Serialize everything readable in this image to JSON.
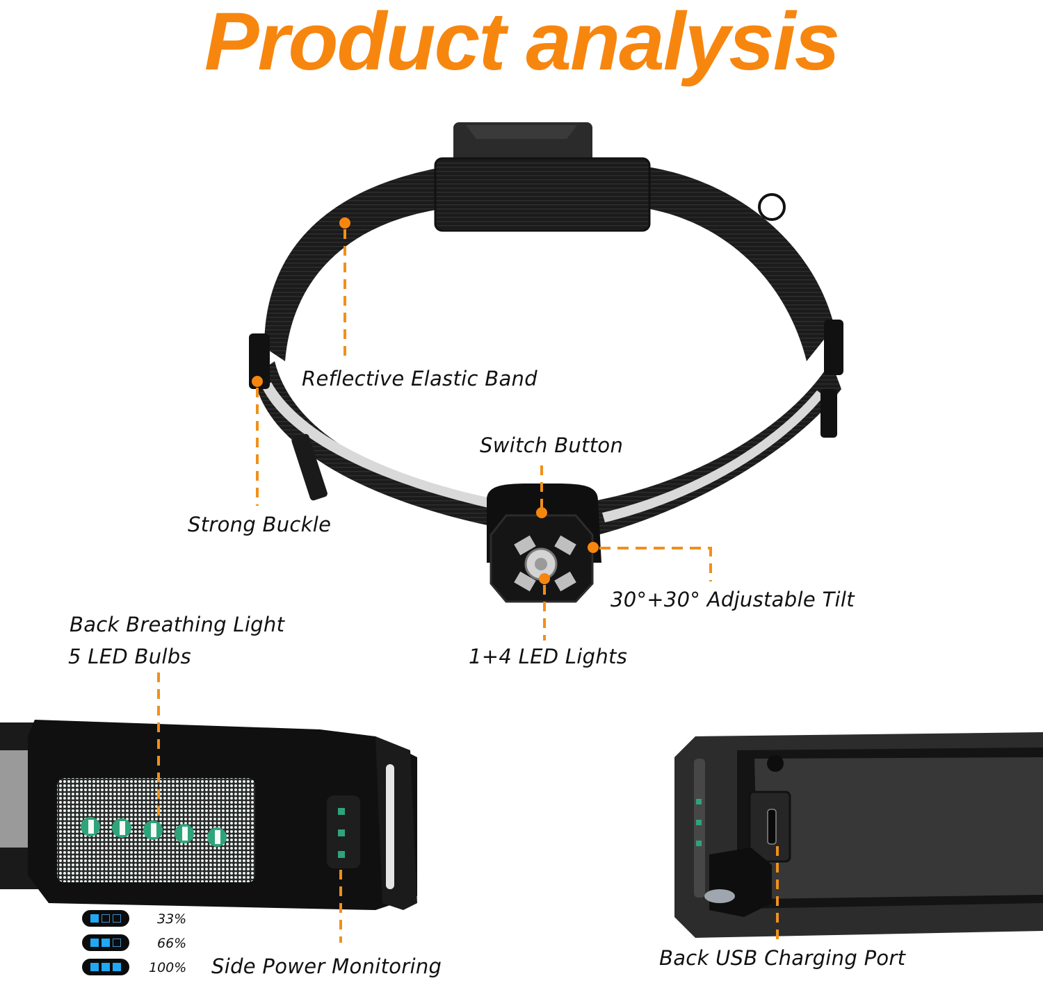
{
  "header": {
    "title": "Product analysis"
  },
  "colors": {
    "accent": "#f7860f",
    "battery_on": "#20a8f4",
    "led_green": "#2fa37a"
  },
  "callouts": {
    "reflective_band": "Reflective Elastic Band",
    "switch_button": "Switch Button",
    "strong_buckle": "Strong Buckle",
    "adjustable_tilt": "30°+30° Adjustable Tilt",
    "led_lights": "1+4 LED Lights",
    "back_breathing_light": "Back Breathing Light",
    "led_bulbs": "5 LED Bulbs",
    "side_power_monitoring": "Side Power Monitoring",
    "usb_charging_port": "Back USB Charging Port"
  },
  "battery_levels": [
    {
      "cells_on": 1,
      "label": "33%"
    },
    {
      "cells_on": 2,
      "label": "66%"
    },
    {
      "cells_on": 3,
      "label": "100%"
    }
  ],
  "images": {
    "headband": "headlamp-with-headband",
    "back_light": "back-breathing-light-closeup",
    "usb_port": "usb-charging-port-closeup"
  }
}
